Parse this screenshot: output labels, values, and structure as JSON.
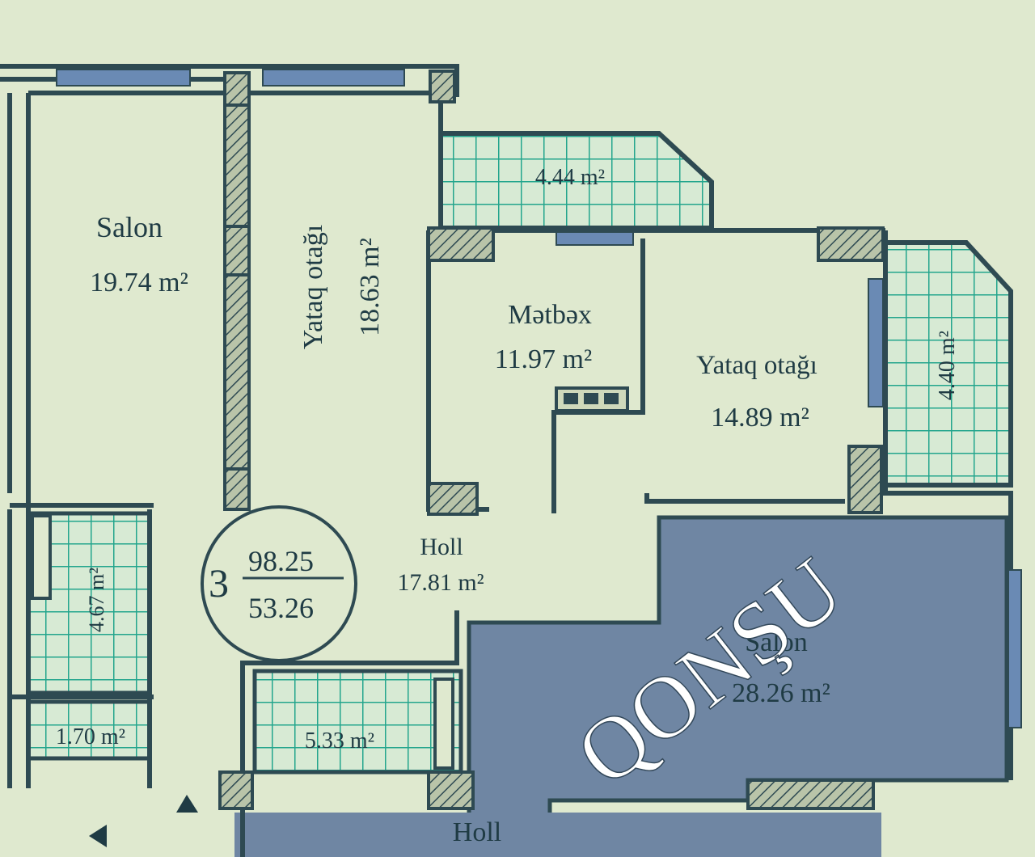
{
  "plan": {
    "apartment": {
      "rooms": "3",
      "total_area": "98.25",
      "living_area": "53.26"
    },
    "rooms": {
      "salon_left": {
        "name": "Salon",
        "area": "19.74 m²"
      },
      "bedroom_1": {
        "name": "Yataq otağı",
        "area": "18.63 m²"
      },
      "kitchen": {
        "name": "Mətbəx",
        "area": "11.97 m²"
      },
      "bedroom_2": {
        "name": "Yataq otağı",
        "area": "14.89 m²"
      },
      "hall": {
        "name": "Holl",
        "area": "17.81 m²"
      },
      "balcony_top": {
        "area": "4.44 m²"
      },
      "balcony_right": {
        "area": "4.40 m²"
      },
      "bathroom": {
        "area": "4.67 m²"
      },
      "wc": {
        "area": "1.70 m²"
      },
      "bathroom_2": {
        "area": "5.33 m²"
      },
      "neighbor_salon": {
        "name": "Salon",
        "area": "28.26 m²"
      },
      "neighbor_hall": {
        "name": "Holl"
      }
    },
    "watermark": "QONŞU",
    "colors": {
      "background": "#dfe9cf",
      "wall": "#2e4a52",
      "tile": "#23a58d",
      "neighbor": "#6f86a3",
      "window": "#6a8ab4",
      "watermark": "#ffffff"
    }
  }
}
